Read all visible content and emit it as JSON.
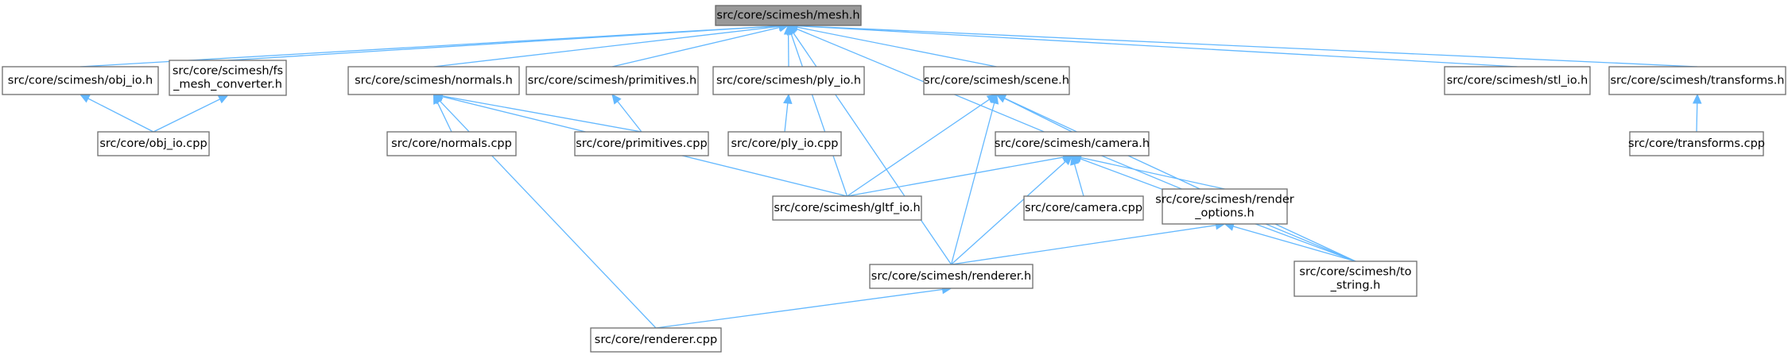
{
  "nodes": [
    {
      "id": "mesh_h",
      "lines": [
        "src/core/scimesh/mesh.h"
      ],
      "root": true
    },
    {
      "id": "obj_io_h",
      "lines": [
        "src/core/scimesh/obj_io.h"
      ]
    },
    {
      "id": "fs_mesh_converter_h",
      "lines": [
        "src/core/scimesh/fs",
        "_mesh_converter.h"
      ]
    },
    {
      "id": "normals_h",
      "lines": [
        "src/core/scimesh/normals.h"
      ]
    },
    {
      "id": "primitives_h",
      "lines": [
        "src/core/scimesh/primitives.h"
      ]
    },
    {
      "id": "ply_io_h",
      "lines": [
        "src/core/scimesh/ply_io.h"
      ]
    },
    {
      "id": "scene_h",
      "lines": [
        "src/core/scimesh/scene.h"
      ]
    },
    {
      "id": "stl_io_h",
      "lines": [
        "src/core/scimesh/stl_io.h"
      ]
    },
    {
      "id": "transforms_h",
      "lines": [
        "src/core/scimesh/transforms.h"
      ]
    },
    {
      "id": "obj_io_cpp",
      "lines": [
        "src/core/obj_io.cpp"
      ]
    },
    {
      "id": "normals_cpp",
      "lines": [
        "src/core/normals.cpp"
      ]
    },
    {
      "id": "primitives_cpp",
      "lines": [
        "src/core/primitives.cpp"
      ]
    },
    {
      "id": "ply_io_cpp",
      "lines": [
        "src/core/ply_io.cpp"
      ]
    },
    {
      "id": "camera_h",
      "lines": [
        "src/core/scimesh/camera.h"
      ]
    },
    {
      "id": "transforms_cpp",
      "lines": [
        "src/core/transforms.cpp"
      ]
    },
    {
      "id": "gltf_io_h",
      "lines": [
        "src/core/scimesh/gltf_io.h"
      ]
    },
    {
      "id": "camera_cpp",
      "lines": [
        "src/core/camera.cpp"
      ]
    },
    {
      "id": "render_options_h",
      "lines": [
        "src/core/scimesh/render",
        "_options.h"
      ]
    },
    {
      "id": "renderer_h",
      "lines": [
        "src/core/scimesh/renderer.h"
      ]
    },
    {
      "id": "to_string_h",
      "lines": [
        "src/core/scimesh/to",
        "_string.h"
      ]
    },
    {
      "id": "renderer_cpp",
      "lines": [
        "src/core/renderer.cpp"
      ]
    }
  ],
  "edges": [
    {
      "from": "obj_io_h",
      "to": "mesh_h"
    },
    {
      "from": "fs_mesh_converter_h",
      "to": "mesh_h"
    },
    {
      "from": "gltf_io_h",
      "to": "mesh_h"
    },
    {
      "from": "normals_h",
      "to": "mesh_h"
    },
    {
      "from": "primitives_h",
      "to": "mesh_h"
    },
    {
      "from": "ply_io_h",
      "to": "mesh_h"
    },
    {
      "from": "renderer_h",
      "to": "mesh_h"
    },
    {
      "from": "scene_h",
      "to": "mesh_h"
    },
    {
      "from": "to_string_h",
      "to": "mesh_h"
    },
    {
      "from": "stl_io_h",
      "to": "mesh_h"
    },
    {
      "from": "transforms_h",
      "to": "mesh_h"
    },
    {
      "from": "obj_io_cpp",
      "to": "obj_io_h"
    },
    {
      "from": "obj_io_cpp",
      "to": "fs_mesh_converter_h"
    },
    {
      "from": "normals_cpp",
      "to": "normals_h"
    },
    {
      "from": "primitives_cpp",
      "to": "normals_h"
    },
    {
      "from": "gltf_io_h",
      "to": "normals_h"
    },
    {
      "from": "renderer_cpp",
      "to": "normals_h"
    },
    {
      "from": "primitives_cpp",
      "to": "primitives_h"
    },
    {
      "from": "ply_io_cpp",
      "to": "ply_io_h"
    },
    {
      "from": "camera_h",
      "to": "scene_h"
    },
    {
      "from": "gltf_io_h",
      "to": "scene_h"
    },
    {
      "from": "renderer_h",
      "to": "scene_h"
    },
    {
      "from": "to_string_h",
      "to": "scene_h"
    },
    {
      "from": "transforms_cpp",
      "to": "transforms_h"
    },
    {
      "from": "gltf_io_h",
      "to": "camera_h"
    },
    {
      "from": "camera_cpp",
      "to": "camera_h"
    },
    {
      "from": "render_options_h",
      "to": "camera_h"
    },
    {
      "from": "renderer_h",
      "to": "camera_h"
    },
    {
      "from": "to_string_h",
      "to": "camera_h"
    },
    {
      "from": "renderer_h",
      "to": "render_options_h"
    },
    {
      "from": "to_string_h",
      "to": "render_options_h"
    },
    {
      "from": "renderer_cpp",
      "to": "renderer_h"
    }
  ]
}
